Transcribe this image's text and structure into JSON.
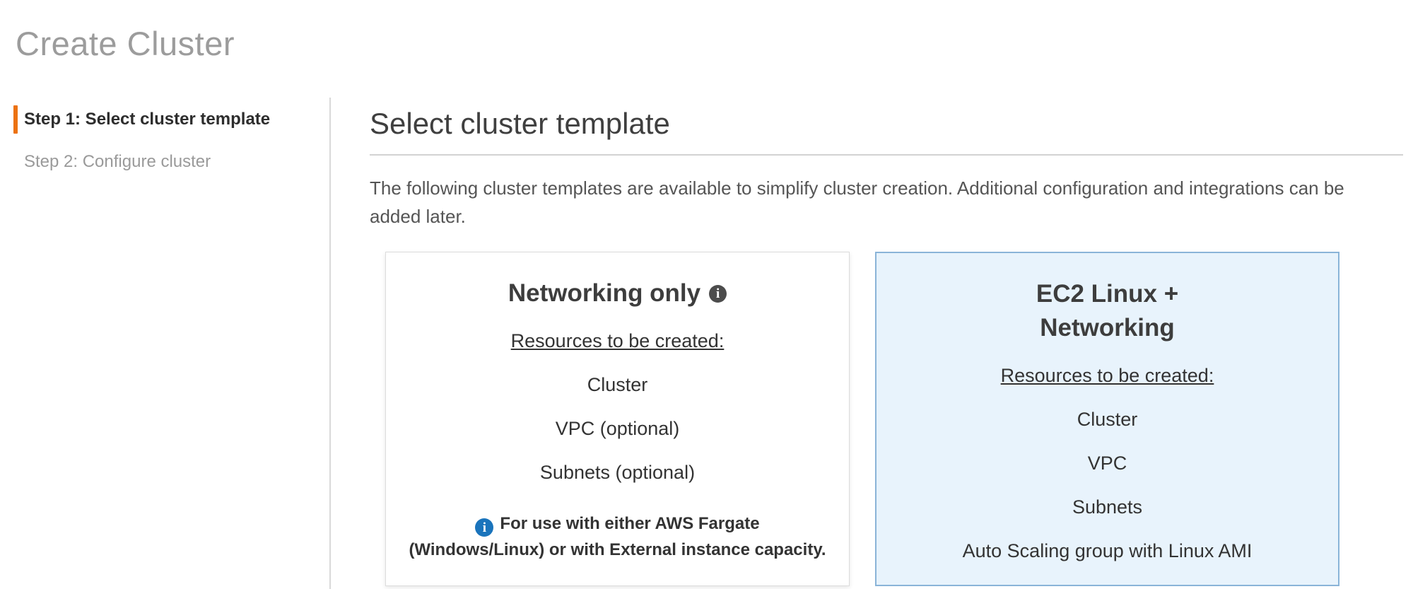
{
  "page": {
    "title": "Create Cluster"
  },
  "steps": [
    {
      "label": "Step 1: Select cluster template",
      "active": true
    },
    {
      "label": "Step 2: Configure cluster",
      "active": false
    }
  ],
  "main": {
    "heading": "Select cluster template",
    "description": "The following cluster templates are available to simplify cluster creation. Additional configuration and integrations can be added later.",
    "cards": [
      {
        "title": "Networking only",
        "resources_label": "Resources to be created:",
        "resources": [
          "Cluster",
          "VPC (optional)",
          "Subnets (optional)"
        ],
        "note": "For use with either AWS Fargate (Windows/Linux) or with External instance capacity.",
        "selected": false
      },
      {
        "title": "EC2 Linux + Networking",
        "resources_label": "Resources to be created:",
        "resources": [
          "Cluster",
          "VPC",
          "Subnets",
          "Auto Scaling group with Linux AMI"
        ],
        "selected": true
      }
    ]
  },
  "icons": {
    "info_glyph": "i"
  },
  "colors": {
    "accent_orange": "#ec7211",
    "selected_bg": "#e8f3fc",
    "selected_border": "#8ab4d8",
    "info_blue": "#1a74bc",
    "icon_gray": "#4c4c4c",
    "title_gray": "#9c9c9c"
  }
}
